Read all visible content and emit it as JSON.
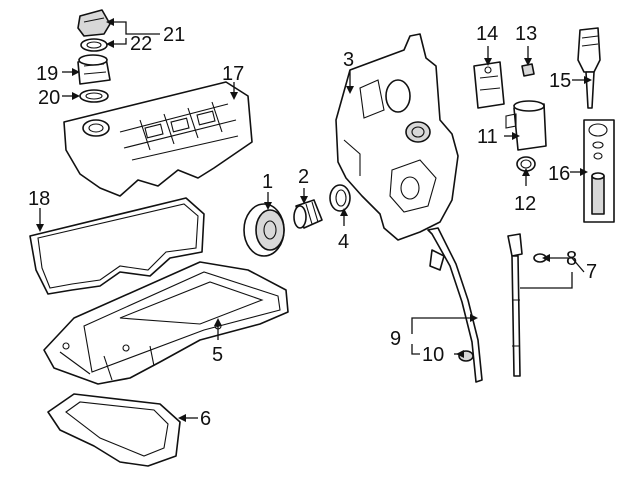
{
  "diagram": {
    "callouts": [
      "1",
      "2",
      "3",
      "4",
      "5",
      "6",
      "7",
      "8",
      "9",
      "10",
      "11",
      "12",
      "13",
      "14",
      "15",
      "16",
      "17",
      "18",
      "19",
      "20",
      "21",
      "22"
    ]
  },
  "colors": {
    "line": "#111111",
    "background": "#ffffff",
    "shade": "#d8d8d8"
  }
}
